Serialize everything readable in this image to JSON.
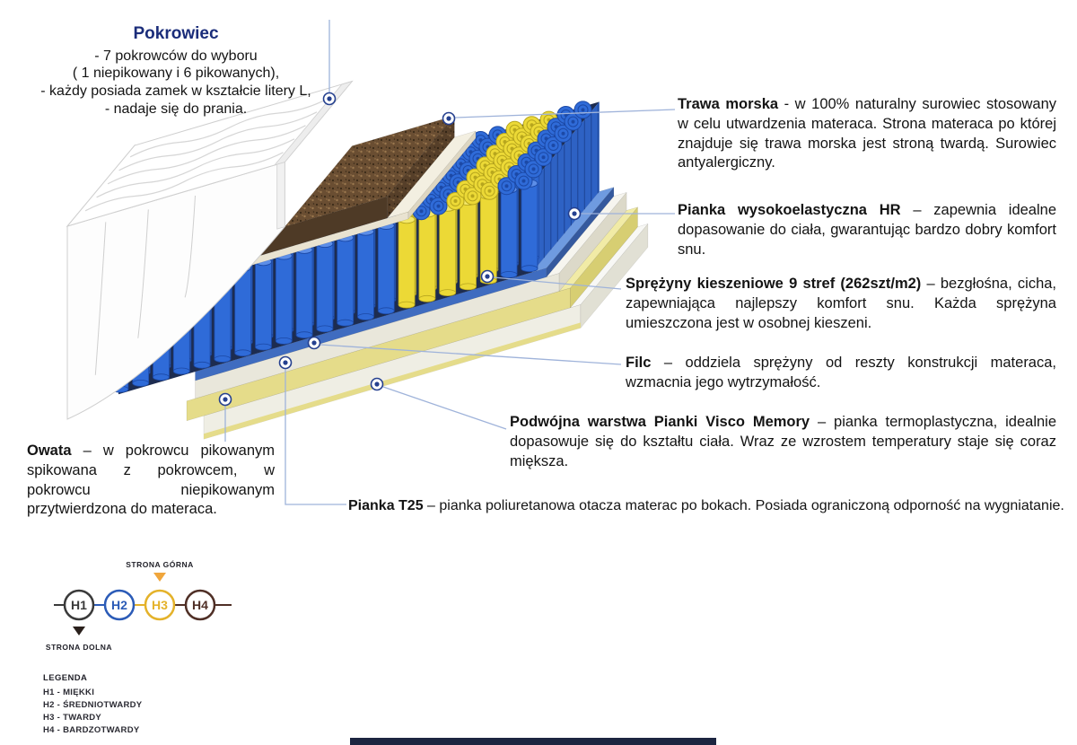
{
  "annotations": {
    "pokrowiec": {
      "title": "Pokrowiec",
      "lines": [
        "- 7 pokrowców do wyboru",
        "( 1 niepikowany i 6 pikowanych),",
        "- każdy posiada zamek w kształcie litery L,",
        "- nadaje się do prania."
      ]
    },
    "trawa": {
      "lead": "Trawa morska",
      "text": " - w 100% naturalny surowiec stosowany w celu utwardzenia materaca. Strona materaca po której znajduje się trawa morska jest stroną twardą. Surowiec antyalergiczny."
    },
    "hr": {
      "lead": "Pianka wysokoelastyczna HR",
      "text": " – zapewnia idealne dopasowanie do ciała, gwarantując bardzo dobry komfort snu."
    },
    "sprezyny": {
      "lead": "Sprężyny kieszeniowe 9 stref (262szt/m2)",
      "text": " – bezgłośna, cicha, zapewniająca najlepszy komfort snu. Każda sprężyna umieszczona jest w osobnej kieszeni."
    },
    "filc": {
      "lead": "Filc",
      "text": " – oddziela sprężyny od reszty konstrukcji materaca, wzmacnia jego wytrzymałość."
    },
    "visco": {
      "lead": "Podwójna warstwa Pianki Visco Memory",
      "text": " – pianka termoplastyczna, idealnie dopasowuje się do kształtu ciała. Wraz ze wzrostem temperatury staje się coraz miększa."
    },
    "owata": {
      "lead": "Owata",
      "text": " – w pokrowcu pikowanym spikowana z pokrowcem, w pokrowcu niepikowanym przytwierdzona do materaca."
    },
    "t25": {
      "lead": "Pianka T25",
      "text": " – pianka poliuretanowa otacza materac po bokach. Posiada ograniczoną odporność na wygniatanie."
    }
  },
  "hardness": {
    "top_label": "STRONA GÓRNA",
    "bottom_label": "STRONA DOLNA",
    "top_arrow_color": "#f0a63c",
    "bottom_arrow_color": "#2a201c",
    "levels": [
      {
        "id": "H1",
        "color": "#3a3a3a"
      },
      {
        "id": "H2",
        "color": "#2b5bb7"
      },
      {
        "id": "H3",
        "color": "#e4b22a"
      },
      {
        "id": "H4",
        "color": "#4f2f26"
      }
    ],
    "legend_title": "LEGENDA",
    "legend": [
      "H1 - MIĘKKI",
      "H2 - ŚREDNIOTWARDY",
      "H3 - TWARDY",
      "H4 - BARDZOTWARDY"
    ]
  },
  "mattress": {
    "layers": [
      "pokrowiec",
      "trawa morska",
      "pianka HR",
      "sprężyny kieszeniowe",
      "filc",
      "pianka visco memory",
      "pianka visco memory",
      "pianka T25"
    ]
  },
  "colors": {
    "heading": "#1b2d7a",
    "body": "#141414",
    "leader": "#9fb3da",
    "marker": "#25408f",
    "footer_bar": "#1c2540",
    "cover_top": "#ffffff",
    "cover_front": "#fdfdfd",
    "cover_side": "#f3f3f3",
    "cover_line": "#cfcfcf",
    "trawa_base": "#6a4e32",
    "trawa_dot_dark": "#3a2a18",
    "trawa_dot_light": "#9a774e",
    "trawa_front": "#4e3a26",
    "board_top": "#f3efe1",
    "board_front": "#e9e3d1",
    "board_end": "#ddd6c2",
    "springs_bg": "#1d2c50",
    "springs_end": "#2e62c4",
    "springs_end_line": "#1d4494",
    "spring_blue": "#2f6bd8",
    "spring_blue_dark": "#1c49a6",
    "spring_blue_light": "#5c8ee8",
    "spring_yellow": "#ecd936",
    "spring_yellow_dark": "#b7a61e",
    "spring_yellow_light": "#f4e868",
    "felt_top": "#6f9be0",
    "felt_front": "#3f6cc0",
    "felt_end": "#35599e",
    "white1_top": "#f6f5ef",
    "white1_front": "#e9e7db",
    "white1_end": "#dcd9c9",
    "yellow_top": "#f1eba6",
    "yellow_front": "#e5dc8a",
    "yellow_end": "#d7ce72",
    "base_top": "#f8f8f5",
    "base_front": "#efeee4",
    "base_end": "#e1e0d4"
  }
}
